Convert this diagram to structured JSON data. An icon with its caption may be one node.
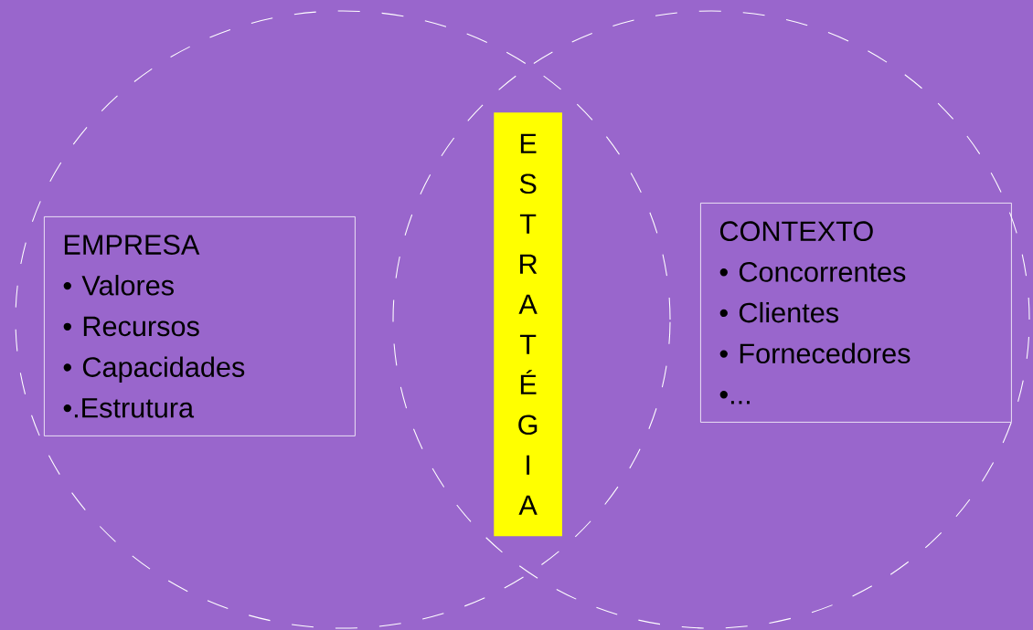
{
  "diagram": {
    "nodes": [
      {
        "text": [],
        "shape": "circle"
      },
      {
        "text": [],
        "shape": "circle"
      },
      {
        "text": [
          "EMPRESA",
          "• Valores",
          "• Recursos",
          "• Capacidades",
          "•.Estrutura"
        ],
        "in": 0
      },
      {
        "text": [
          "ESTRATÉGIA"
        ]
      },
      {
        "text": [
          "CONTEXTO",
          "• Concorrentes",
          "• Clientes",
          "• Fornecedores",
          "•..."
        ],
        "in": 1
      }
    ]
  }
}
